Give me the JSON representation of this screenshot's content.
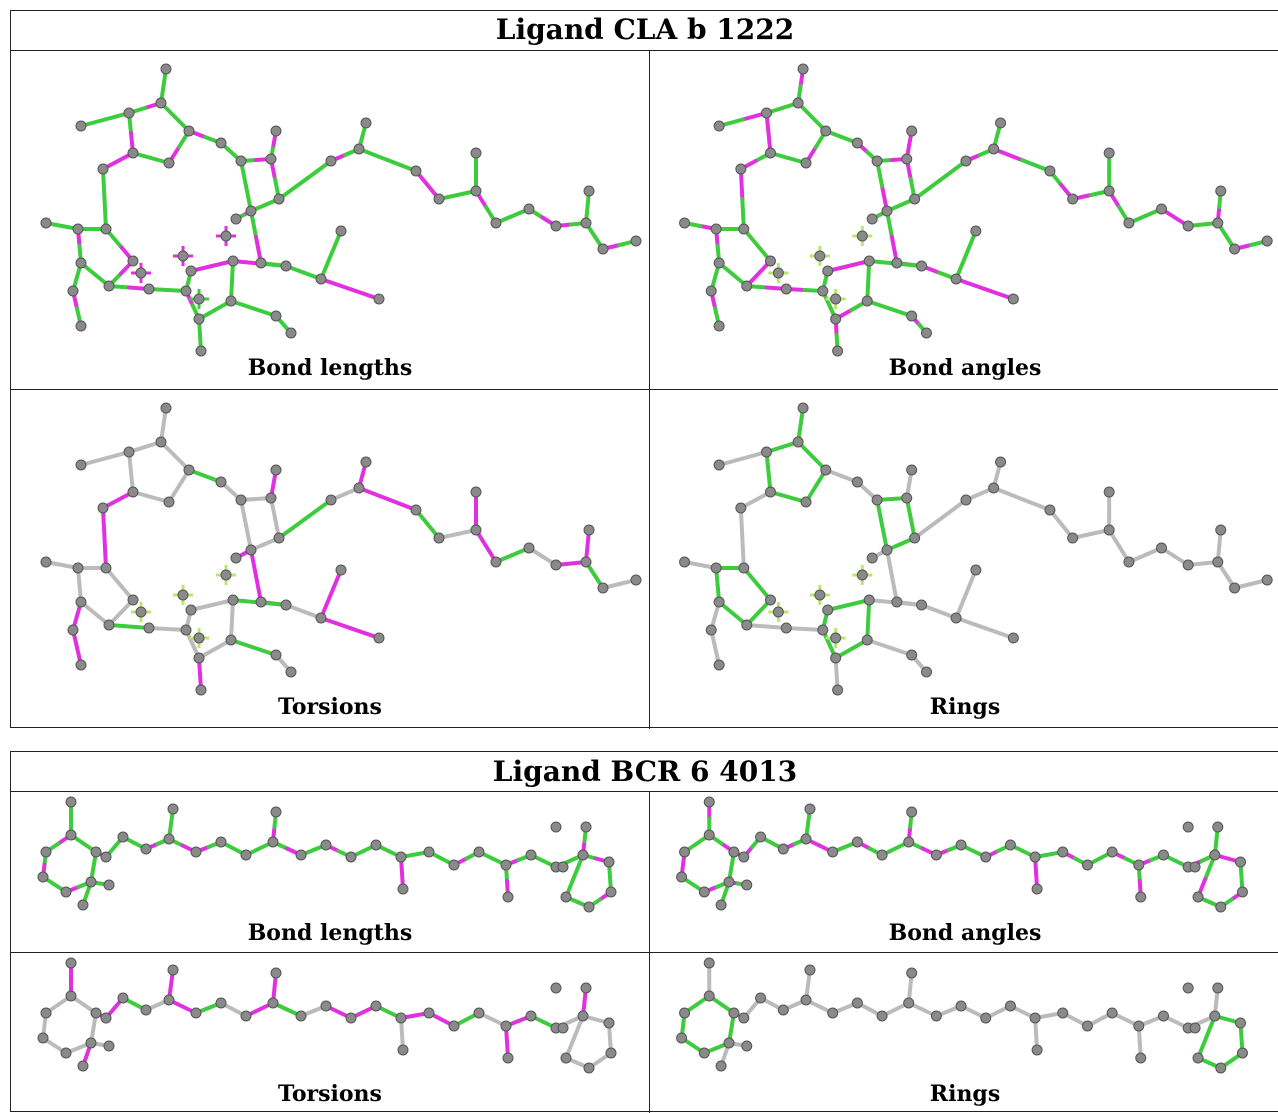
{
  "colors": {
    "good": "#3dcc3d",
    "bad": "#e030e0",
    "neutral": "#bbbbbb",
    "atom": "#8a8a8a",
    "atomEdge": "#555555",
    "center": "#b8e86a"
  },
  "cla": {
    "title": "Ligand CLA b 1222",
    "labels": [
      "Bond lengths",
      "Bond angles",
      "Torsions",
      "Rings"
    ]
  },
  "bcr": {
    "title": "Ligand BCR 6 4013",
    "labels": [
      "Bond lengths",
      "Bond angles",
      "Torsions",
      "Rings"
    ]
  }
}
